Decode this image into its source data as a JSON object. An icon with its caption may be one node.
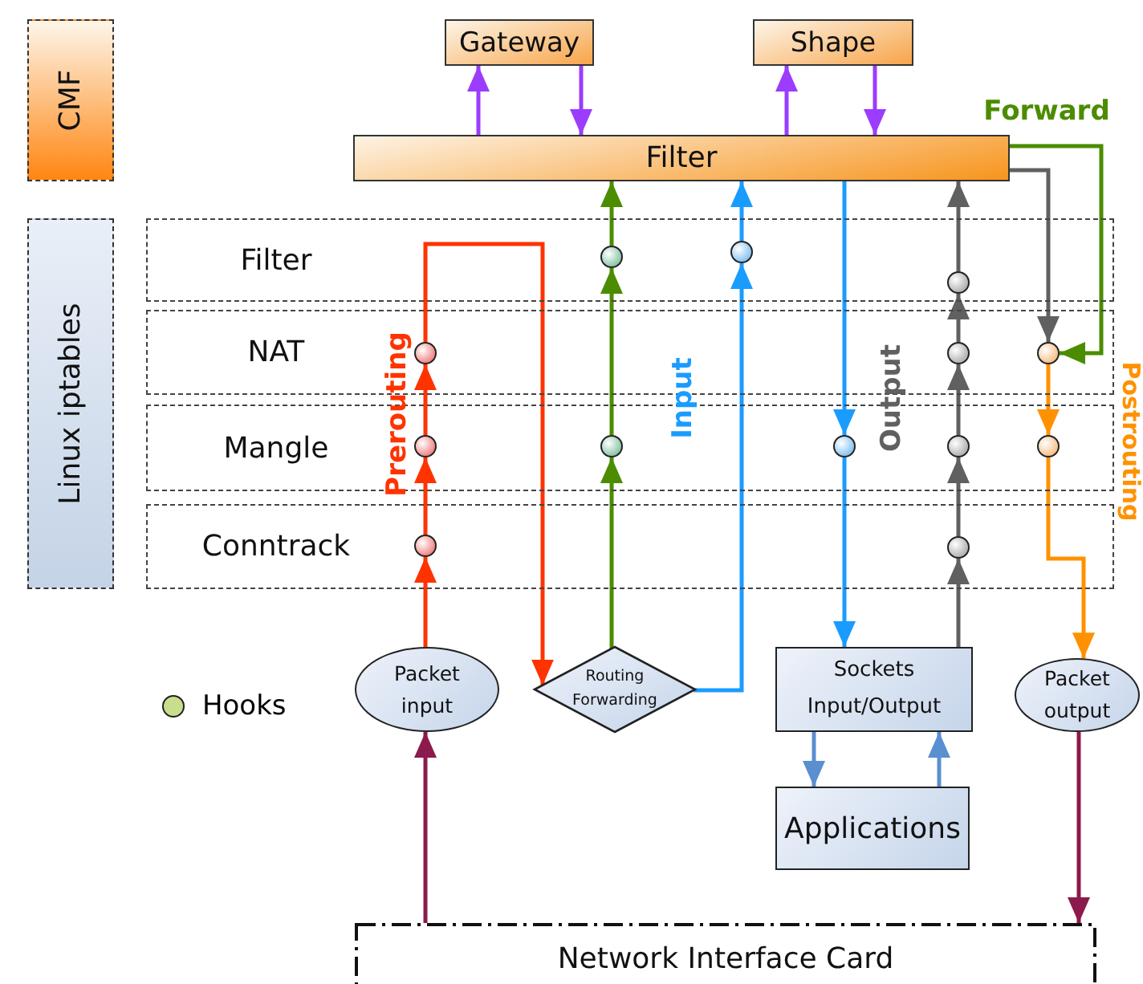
{
  "diagram": {
    "nodes": [
      {
        "text": [
          "CMF"
        ]
      },
      {
        "text": [
          "Gateway"
        ]
      },
      {
        "text": [
          "Shape"
        ]
      },
      {
        "text": [
          "Filter"
        ]
      },
      {
        "text": [
          "Linux iptables"
        ]
      },
      {
        "text": [
          "Filter"
        ]
      },
      {
        "text": [],
        "shape": "circle",
        "in": 5
      },
      {
        "text": [],
        "shape": "circle",
        "in": 5
      },
      {
        "text": [],
        "shape": "circle",
        "in": 5
      },
      {
        "text": [
          "NAT"
        ]
      },
      {
        "text": [],
        "shape": "circle",
        "in": 9
      },
      {
        "text": [],
        "shape": "circle",
        "in": 9
      },
      {
        "text": [],
        "shape": "circle",
        "in": 9
      },
      {
        "text": [
          "Mangle"
        ]
      },
      {
        "text": [],
        "shape": "circle",
        "in": 13
      },
      {
        "text": [],
        "shape": "circle",
        "in": 13
      },
      {
        "text": [],
        "shape": "circle",
        "in": 13
      },
      {
        "text": [],
        "shape": "circle",
        "in": 13
      },
      {
        "text": [],
        "shape": "circle",
        "in": 13
      },
      {
        "text": [
          "Conntrack"
        ]
      },
      {
        "text": [],
        "shape": "circle",
        "in": 19
      },
      {
        "text": [],
        "shape": "circle",
        "in": 19
      },
      {
        "text": [
          "Packet input"
        ]
      },
      {
        "text": [
          "Routing Forwarding"
        ]
      },
      {
        "text": [
          "Sockets Input/Output"
        ]
      },
      {
        "text": [
          "Packet output"
        ]
      },
      {
        "text": [
          "Applications"
        ]
      },
      {
        "text": [
          "Network Interface Card"
        ]
      }
    ],
    "edges": [
      {
        "from": 3,
        "to": 1,
        "arrow": "to",
        "color": "#9b3cff"
      },
      {
        "from": 1,
        "to": 3,
        "arrow": "to",
        "color": "#9b3cff"
      },
      {
        "from": 3,
        "to": 2,
        "arrow": "to",
        "color": "#9b3cff"
      },
      {
        "from": 2,
        "to": 3,
        "arrow": "to",
        "color": "#9b3cff"
      },
      {
        "from": 22,
        "to": 20,
        "arrow": "to",
        "color": "#ff3300"
      },
      {
        "from": 20,
        "to": 14,
        "arrow": "to",
        "color": "#ff3300"
      },
      {
        "from": 14,
        "to": 10,
        "arrow": "to",
        "color": "#ff3300"
      },
      {
        "from": 10,
        "to": 23,
        "arrow": "to",
        "color": "#ff3300"
      },
      {
        "from": 23,
        "to": 15,
        "arrow": "to",
        "color": "#4c8c00"
      },
      {
        "from": 15,
        "to": 6,
        "arrow": "to",
        "color": "#4c8c00"
      },
      {
        "from": 6,
        "to": 3,
        "arrow": "to",
        "color": "#4c8c00"
      },
      {
        "from": 3,
        "to": 12,
        "arrow": "to",
        "color": "#4c8c00"
      },
      {
        "from": 23,
        "to": 7,
        "arrow": "to",
        "color": "#1a9cff"
      },
      {
        "from": 7,
        "to": 3,
        "arrow": "to",
        "color": "#1a9cff"
      },
      {
        "from": 3,
        "to": 16,
        "arrow": "to",
        "color": "#1a9cff"
      },
      {
        "from": 16,
        "to": 24,
        "arrow": "to",
        "color": "#1a9cff"
      },
      {
        "from": 24,
        "to": 21,
        "arrow": "to",
        "color": "#606060"
      },
      {
        "from": 21,
        "to": 17,
        "arrow": "to",
        "color": "#606060"
      },
      {
        "from": 17,
        "to": 11,
        "arrow": "to",
        "color": "#606060"
      },
      {
        "from": 11,
        "to": 8,
        "arrow": "to",
        "color": "#606060"
      },
      {
        "from": 8,
        "to": 3,
        "arrow": "to",
        "color": "#606060"
      },
      {
        "from": 3,
        "to": 12,
        "arrow": "to",
        "color": "#606060"
      },
      {
        "from": 12,
        "to": 18,
        "arrow": "to",
        "color": "#ff9100"
      },
      {
        "from": 18,
        "to": 25,
        "arrow": "to",
        "color": "#ff9100"
      },
      {
        "from": 24,
        "to": 26,
        "arrow": "to",
        "color": "#5a8fd0"
      },
      {
        "from": 26,
        "to": 24,
        "arrow": "to",
        "color": "#5a8fd0"
      },
      {
        "from": 27,
        "to": 22,
        "arrow": "to",
        "color": "#8c1a4c"
      },
      {
        "from": 25,
        "to": 27,
        "arrow": "to",
        "color": "#8c1a4c"
      }
    ],
    "labels": [
      "Prerouting",
      "Input",
      "Output",
      "Postrouting",
      "Forward"
    ],
    "legend": [
      {
        "text": "Hooks",
        "color": "#c9dd8e"
      }
    ]
  }
}
